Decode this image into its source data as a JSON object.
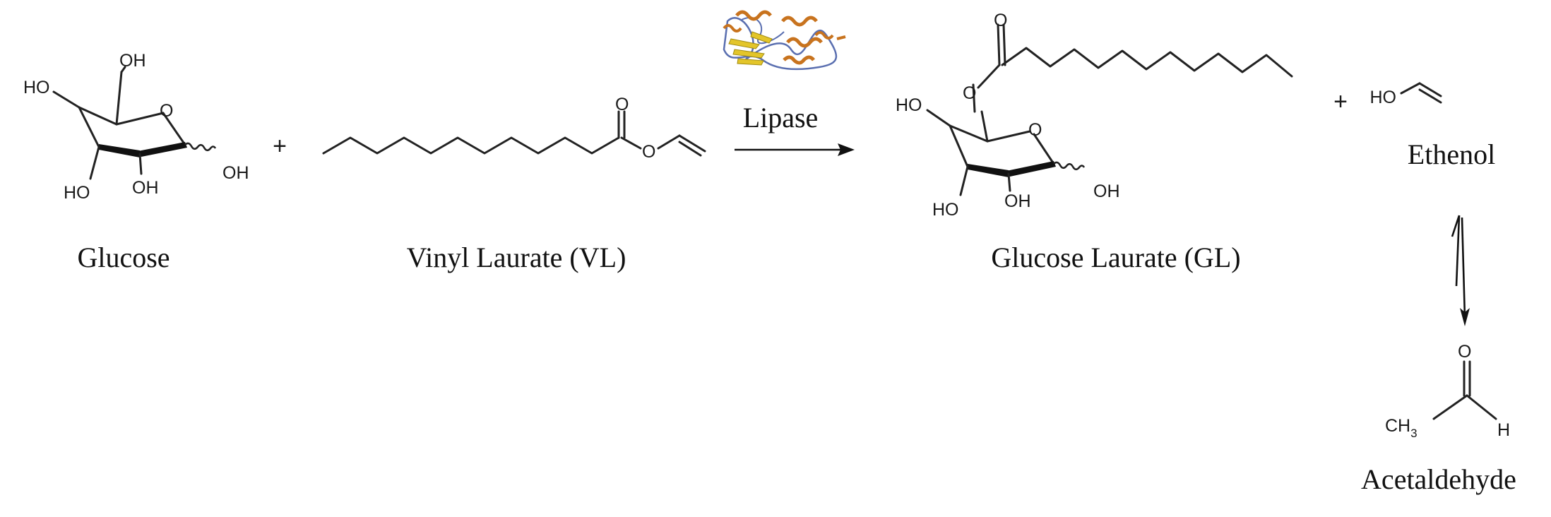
{
  "compounds": {
    "glucose": {
      "name": "Glucose"
    },
    "vinyl_laurate": {
      "name": "Vinyl Laurate (VL)"
    },
    "glucose_laurate": {
      "name": "Glucose Laurate (GL)"
    },
    "ethenol": {
      "name": "Ethenol"
    },
    "acetaldehyde": {
      "name": "Acetaldehyde"
    }
  },
  "catalyst": {
    "label": "Lipase"
  },
  "atoms": {
    "oh": "OH",
    "ho": "HO",
    "o": "O",
    "h": "H",
    "ch": "CH",
    "three": "3"
  },
  "operators": {
    "plus": "+"
  },
  "colors": {
    "protein_helix": "#c8731e",
    "protein_sheet": "#e3c52a",
    "protein_coil": "#5a6fb0"
  }
}
